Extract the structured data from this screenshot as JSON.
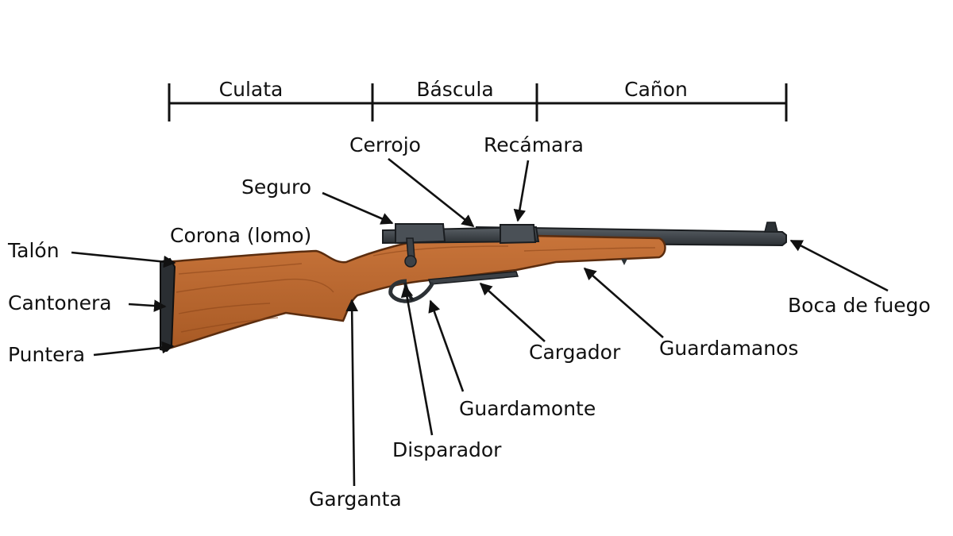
{
  "sections": {
    "culata": "Culata",
    "bascula": "Báscula",
    "canon": "Cañon"
  },
  "labels": {
    "talon": "Talón",
    "cantonera": "Cantonera",
    "puntera": "Puntera",
    "corona": "Corona (lomo)",
    "seguro": "Seguro",
    "cerrojo": "Cerrojo",
    "recamara": "Recámara",
    "boca_de_fuego": "Boca de fuego",
    "cargador": "Cargador",
    "guardamanos": "Guardamanos",
    "guardamonte": "Guardamonte",
    "disparador": "Disparador",
    "garganta": "Garganta"
  },
  "colors": {
    "wood": "#b8642b",
    "wood_dark": "#8a4418",
    "metal": "#3d4247",
    "metal_dark": "#24282c",
    "line": "#111111"
  }
}
